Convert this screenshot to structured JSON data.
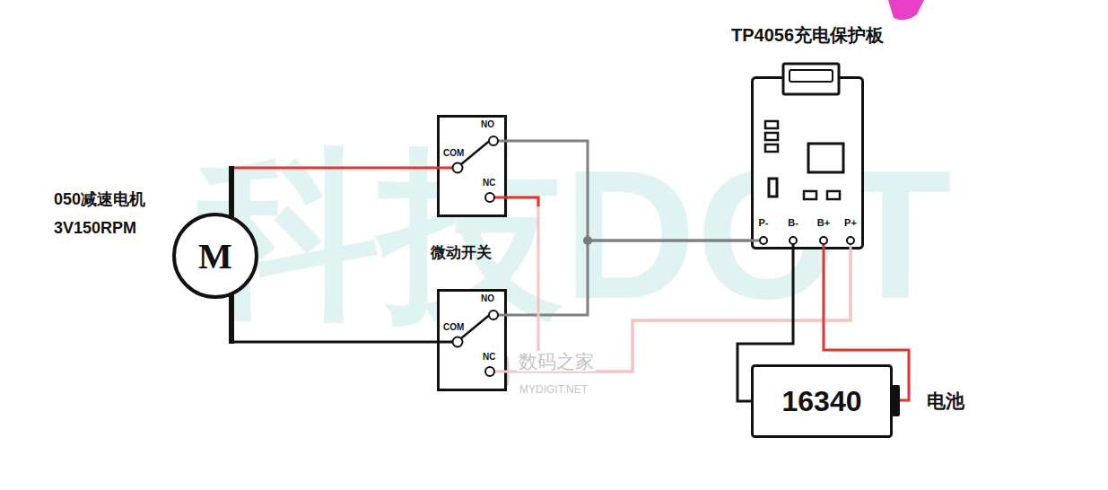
{
  "diagram": {
    "nodes": [
      {
        "text": [
          "050减速电机 3V150RPM",
          "M"
        ]
      },
      {
        "text": [
          "NO",
          "COM",
          "NC"
        ]
      },
      {
        "text": [
          "NO",
          "COM",
          "NC"
        ]
      },
      {
        "text": [
          "TP4056充电保护板",
          "P-",
          "B-",
          "B+",
          "P+"
        ]
      },
      {
        "text": [
          "16340",
          "电池"
        ]
      }
    ],
    "edges": [
      {
        "from": 0,
        "to": 1,
        "arrow": "none"
      },
      {
        "from": 0,
        "to": 2,
        "arrow": "none"
      },
      {
        "from": 1,
        "to": 3,
        "arrow": "none"
      },
      {
        "from": 2,
        "to": 3,
        "arrow": "none"
      },
      {
        "from": 1,
        "to": 3,
        "arrow": "none"
      },
      {
        "from": 2,
        "to": 3,
        "arrow": "none"
      },
      {
        "from": 3,
        "to": 4,
        "arrow": "none"
      },
      {
        "from": 3,
        "to": 4,
        "arrow": "none"
      }
    ],
    "labels": [
      "微动开关",
      "科技DOT",
      "数码之家",
      "MYDIGIT.NET"
    ]
  }
}
